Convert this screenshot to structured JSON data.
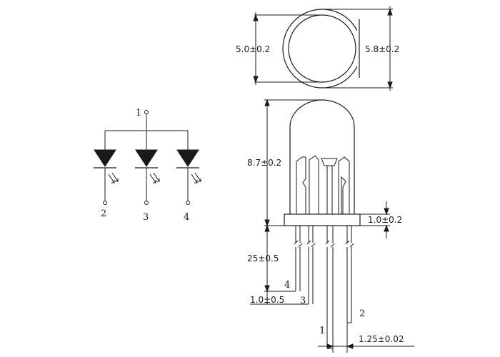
{
  "schematic": {
    "pins": {
      "common": "1",
      "led_left": "2",
      "led_middle": "3",
      "led_right": "4"
    }
  },
  "drawing": {
    "dimensions": {
      "lens_diameter": "5.0±0.2",
      "flange_diameter": "5.8±0.2",
      "body_height": "8.7±0.2",
      "flange_thickness": "1.0±0.2",
      "lead_length": "25±0.5",
      "lead_offset": "1.0±0.5",
      "lead_pitch": "1.25±0.02"
    },
    "lead_numbers": {
      "lead_1": "1",
      "lead_2": "2",
      "lead_3": "3",
      "lead_4": "4"
    }
  }
}
